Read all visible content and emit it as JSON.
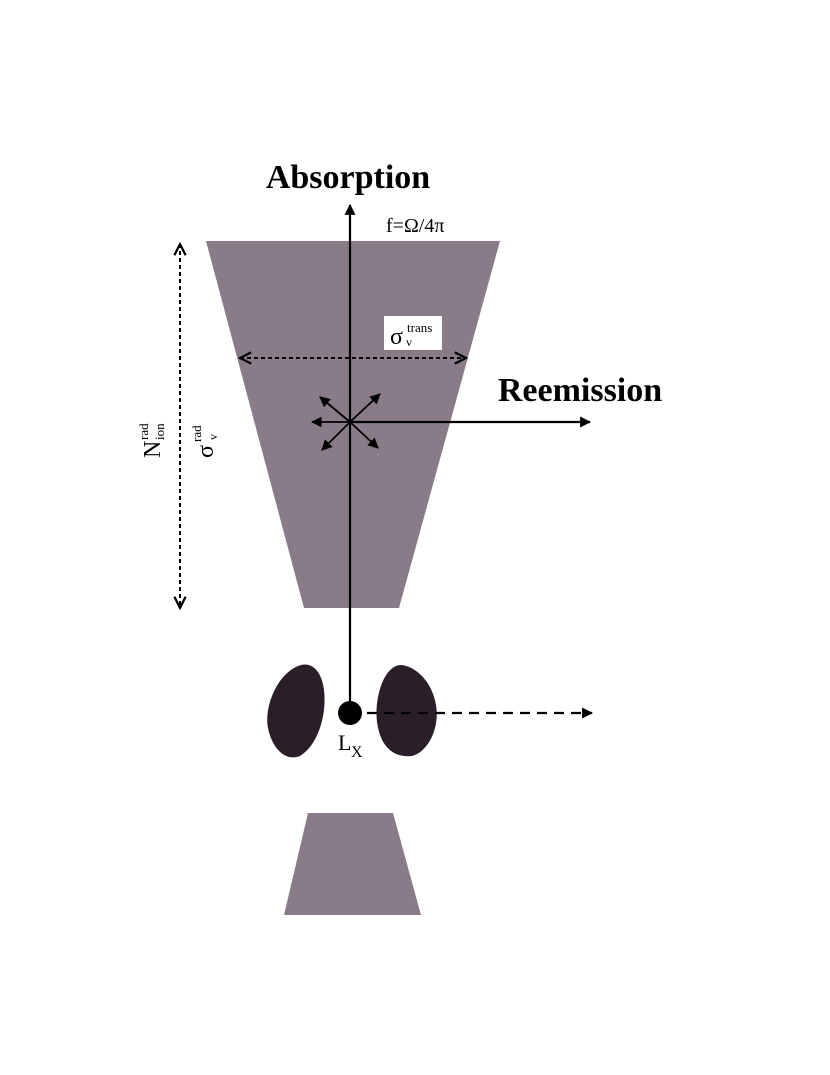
{
  "labels": {
    "absorption": "Absorption",
    "reemission": "Reemission",
    "covering_factor": "f=Ω/4π",
    "source_symbol": "L",
    "source_subscript": "X",
    "sigma_trans_symbol": "σ",
    "sigma_trans_sub": "v",
    "sigma_trans_sup": "trans",
    "n_ion_symbol": "N",
    "n_ion_sub": "ion",
    "n_ion_sup": "rad",
    "sigma_rad_symbol": "σ",
    "sigma_rad_sub": "v",
    "sigma_rad_sup": "rad"
  },
  "colors": {
    "cone": "#8a7b88",
    "torus": "#2a1f29",
    "ink": "#000000",
    "label_box": "#ffffff"
  }
}
